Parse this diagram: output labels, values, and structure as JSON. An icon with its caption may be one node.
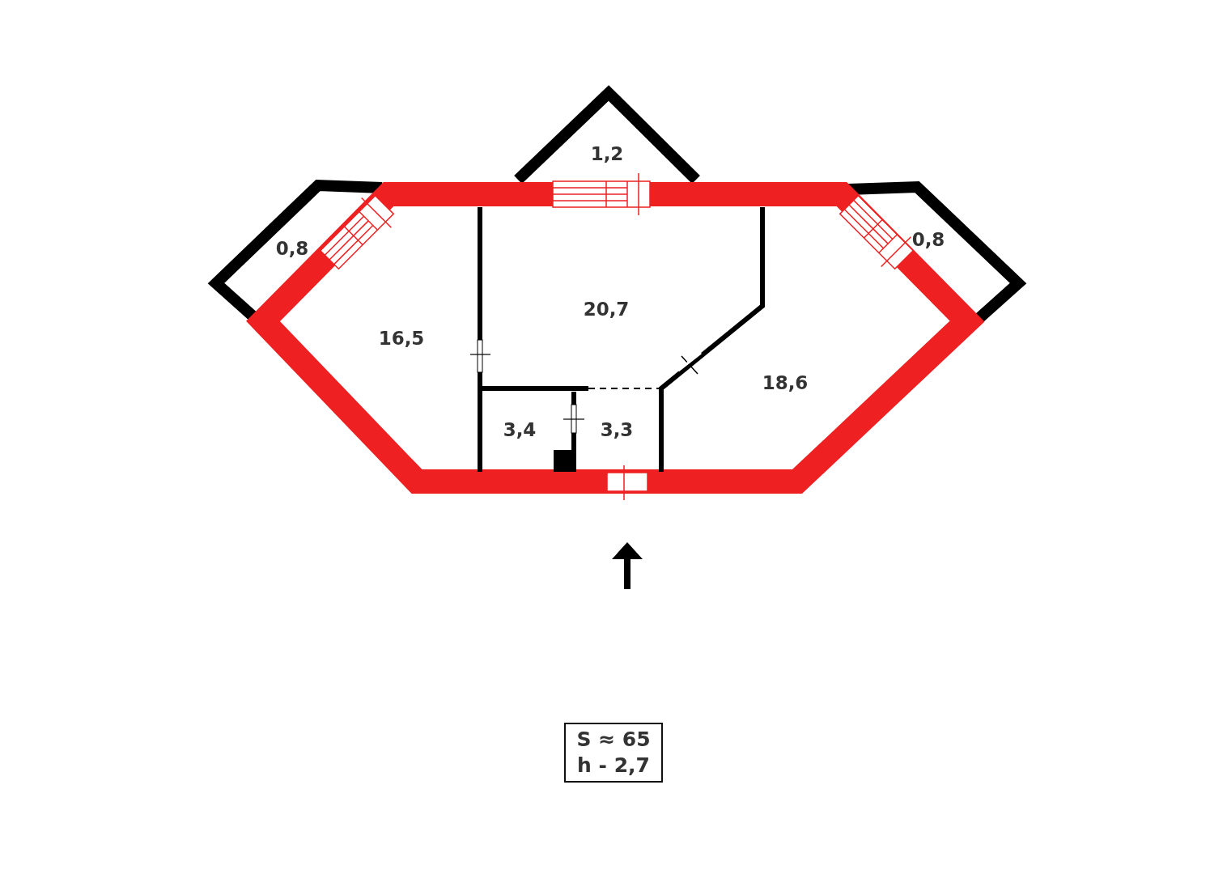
{
  "diagram": {
    "nodes": [
      {
        "text": [
          "S ≈ 65",
          "h - 2,7"
        ]
      }
    ],
    "edges": [],
    "labels": [
      "1,2",
      "0,8",
      "0,8",
      "20,7",
      "16,5",
      "18,6",
      "3,4",
      "3,3"
    ]
  }
}
